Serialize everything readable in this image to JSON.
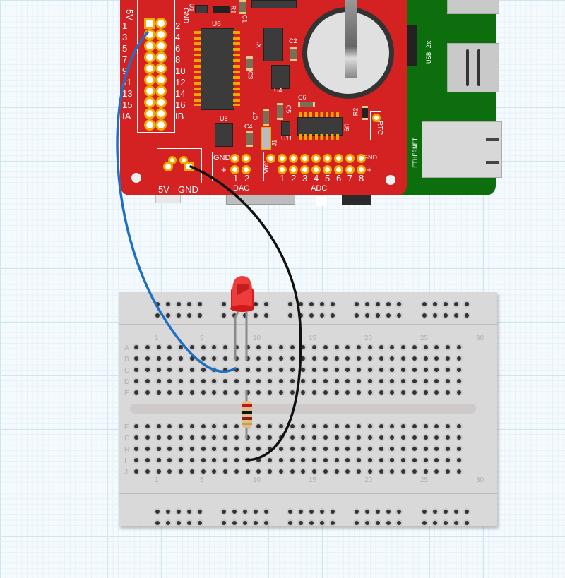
{
  "canvas": {
    "background": "#f4fafd",
    "grid_color": "#cfe6f1"
  },
  "raspberry_pi": {
    "color": "#0d6e0d",
    "labels": {
      "usb": "USB 2x",
      "ethernet": "ETHERNET"
    }
  },
  "hat_board": {
    "color": "#d42222",
    "header": {
      "left_labels": [
        "5V",
        "1",
        "3",
        "5",
        "7",
        "9",
        "11",
        "13",
        "15",
        "IA"
      ],
      "right_labels": [
        "GND",
        "2",
        "4",
        "6",
        "8",
        "10",
        "12",
        "14",
        "16",
        "IB"
      ]
    },
    "components": {
      "u1": "U1",
      "r1": "R1",
      "c1": "C1",
      "u6": "U6",
      "x1": "X1",
      "c2": "C2",
      "c3": "C3",
      "u4": "U4",
      "c6": "C6",
      "c5": "C5",
      "c7": "C7",
      "r2": "R2",
      "u8": "U8",
      "c4": "C4",
      "j1": "J1",
      "u11": "U11",
      "u9": "U9",
      "rtc": "RTC"
    },
    "power_connector": {
      "label_5v": "5V",
      "label_gnd": "GND"
    },
    "dac": {
      "title": "DAC",
      "gnd": "GND",
      "plus": "+",
      "pins": [
        "1",
        "2"
      ]
    },
    "adc": {
      "title": "ADC",
      "vref": "Vref",
      "gnd": "GND",
      "plus": "+",
      "pins": [
        "1",
        "2",
        "3",
        "4",
        "5",
        "6",
        "7",
        "8"
      ]
    }
  },
  "breadboard": {
    "color": "#d9d9d9",
    "column_labels": [
      "1",
      "5",
      "10",
      "15",
      "20",
      "25",
      "30"
    ],
    "rows_top": [
      "A",
      "B",
      "C",
      "D",
      "E"
    ],
    "rows_bottom": [
      "F",
      "G",
      "H",
      "I",
      "J"
    ]
  },
  "parts": {
    "led": {
      "color": "#e02020",
      "name": "Red LED"
    },
    "resistor": {
      "bands": [
        "#d01010",
        "#111111",
        "#8b1a1a",
        "#c8a040"
      ]
    },
    "wire_blue": {
      "color": "#1f6fc4",
      "from": "header pin 1 (3V3)",
      "to": "C9"
    },
    "wire_black": {
      "color": "#111111",
      "from": "GND terminal",
      "to": "I9"
    }
  }
}
